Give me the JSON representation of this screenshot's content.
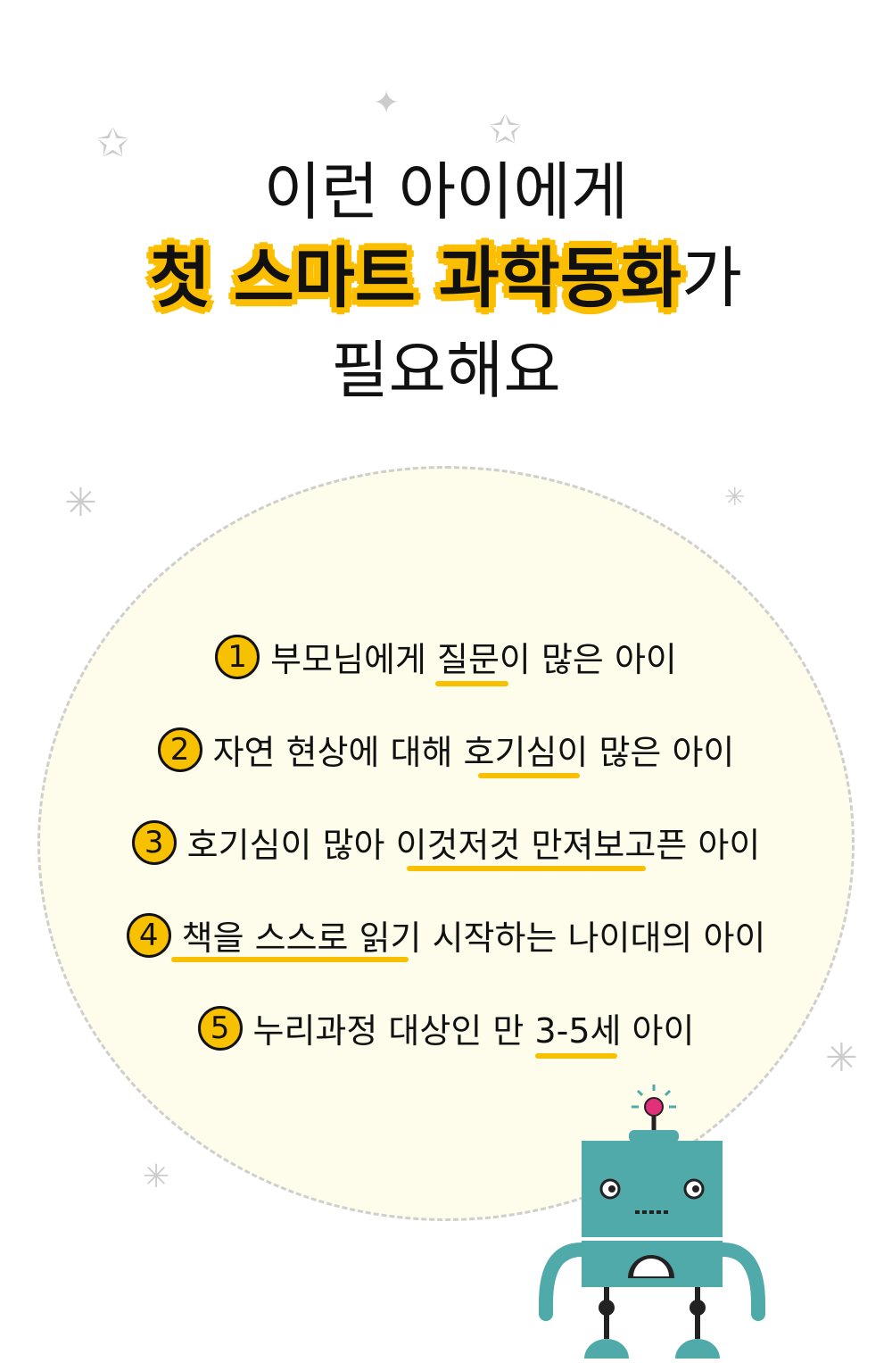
{
  "title": {
    "line1": "이런 아이에게",
    "highlight": "첫 스마트 과학동화",
    "suffix": "가",
    "line3": "필요해요"
  },
  "items": [
    {
      "num": "1",
      "text": "부모님에게 질문이 많은 아이"
    },
    {
      "num": "2",
      "text": "자연 현상에 대해 호기심이 많은 아이"
    },
    {
      "num": "3",
      "text": "호기심이 많아 이것저것 만져보고픈 아이"
    },
    {
      "num": "4",
      "text": "책을 스스로 읽기 시작하는 나이대의 아이"
    },
    {
      "num": "5",
      "text": "누리과정 대상인 만 3-5세 아이"
    }
  ],
  "colors": {
    "accent": "#FBBE00",
    "robot": "#4FAAA9",
    "bg_circle": "#FEFDEB"
  }
}
